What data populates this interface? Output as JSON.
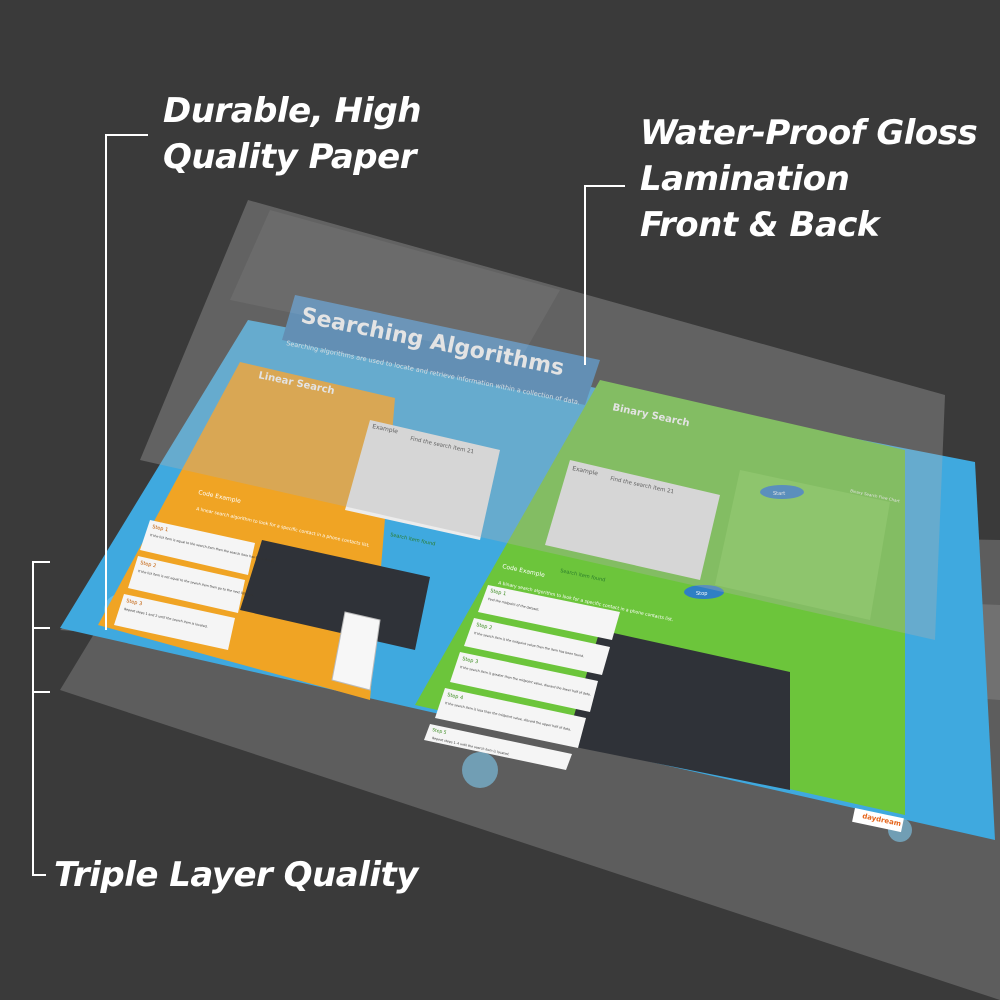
{
  "callouts": {
    "paper": {
      "line1": "Durable, High",
      "line2": "Quality Paper"
    },
    "lamination": {
      "line1": "Water-Proof Gloss",
      "line2": "Lamination",
      "line3": "Front & Back"
    },
    "triple": {
      "line1": "Triple Layer Quality"
    }
  },
  "poster": {
    "title": "Searching Algorithms",
    "subtitle": "Searching algorithms are used to locate and retrieve information within a collection of data.",
    "linear": {
      "heading": "Linear Search",
      "example_tab": "Example",
      "example_prompt": "Find the search item 21",
      "code_tab": "Code Example",
      "code_intro": "A linear search algorithm to look for a specific contact in a phone contacts list.",
      "step1_title": "Step 1",
      "step1_text": "If the list item is equal to the search item then the search item has been found.",
      "step2_title": "Step 2",
      "step2_text": "If the list item is not equal to the search item then go to the next list item.",
      "step3_title": "Step 3",
      "step3_text": "Repeat steps 1 and 2 until the search item is located.",
      "result_label": "Search item found"
    },
    "binary": {
      "heading": "Binary Search",
      "example_tab": "Example",
      "example_prompt": "Find the search item 21",
      "flow_label": "Binary Search Flow Chart",
      "flow_start": "Start",
      "flow_stop": "Stop",
      "code_tab": "Code Example",
      "code_intro": "A binary search algorithm to look for a specific contact in a phone contacts list.",
      "step1_title": "Step 1",
      "step1_text": "Find the midpoint of the dataset.",
      "step2_title": "Step 2",
      "step2_text": "If the search item is the midpoint value then the item has been found.",
      "step3_title": "Step 3",
      "step3_text": "If the search item is greater than the midpoint value, discard the lower half of data.",
      "step4_title": "Step 4",
      "step4_text": "If the search item is less than the midpoint value, discard the upper half of data.",
      "step5_title": "Step 5",
      "step5_text": "Repeat steps 1–4 until the search item is located.",
      "result_label": "Search item found"
    },
    "brand": "daydream"
  },
  "colors": {
    "background": "#3a3a3a",
    "poster_blue": "#3fa9df",
    "linear_orange": "#f0a424",
    "binary_green": "#6cc53b",
    "title_banner": "#3b7fb7",
    "code_dark": "#2f3238",
    "lamination": "#9a9a9a"
  }
}
